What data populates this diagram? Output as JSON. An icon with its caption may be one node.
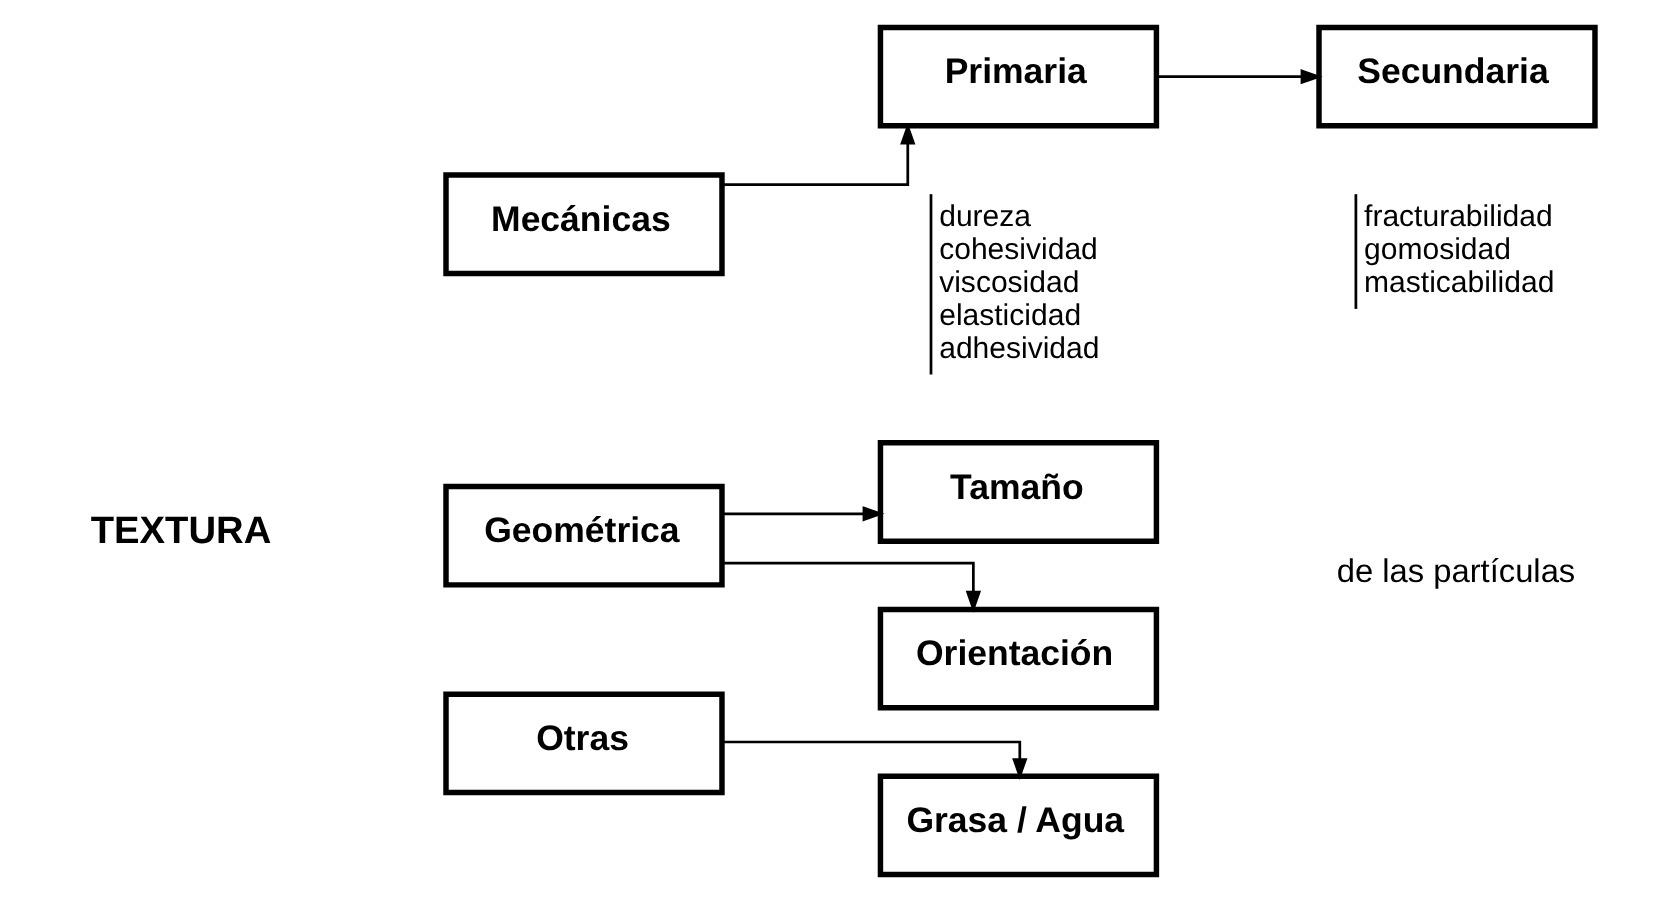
{
  "diagram": {
    "nodes": [
      {
        "text": [
          "Mecánicas"
        ]
      },
      {
        "text": [
          "Primaria"
        ],
        "beside": [
          "dureza",
          "cohesividad",
          "viscosidad",
          "elasticidad",
          "adhesividad"
        ]
      },
      {
        "text": [
          "Secundaria"
        ],
        "beside": [
          "fracturabilidad",
          "gomosidad",
          "masticabilidad"
        ]
      },
      {
        "text": [
          "Geométrica"
        ]
      },
      {
        "text": [
          "Tamaño"
        ]
      },
      {
        "text": [
          "Orientación"
        ]
      },
      {
        "text": [
          "Otras"
        ]
      },
      {
        "text": [
          "Grasa / Agua"
        ]
      }
    ],
    "edges": [
      {
        "from": 0,
        "to": 1,
        "arrow": "to"
      },
      {
        "from": 1,
        "to": 2,
        "arrow": "to"
      },
      {
        "from": 3,
        "to": 4,
        "arrow": "to"
      },
      {
        "from": 3,
        "to": 5,
        "arrow": "to"
      },
      {
        "from": 6,
        "to": 7,
        "arrow": "to"
      }
    ],
    "labels": [
      "TEXTURA",
      "de las partículas"
    ]
  }
}
